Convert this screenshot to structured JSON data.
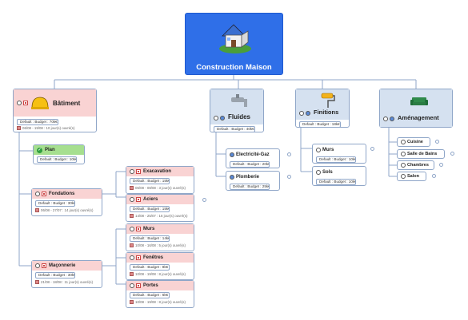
{
  "root": {
    "title": "Construction Maison",
    "icon": "house-icon"
  },
  "batiment": {
    "title": "Bâtiment",
    "budget": "Default : Budget : 70k€",
    "dates": "06/08 - 19/08 : 10 jour(s) ouvré(s)",
    "icon": "hard-hat-icon"
  },
  "plan": {
    "title": "Plan",
    "budget": "Default : Budget : 10k€"
  },
  "fondations": {
    "title": "Fondations",
    "budget": "Default : Budget : 30k€",
    "dates": "06/08 - 27/07 : 14 jour(s) ouvré(s)"
  },
  "excavation": {
    "title": "Exacavation",
    "budget": "Default : Budget : 15k€",
    "dates": "06/08 - 08/08 : 3 jour(s) ouvré(s)"
  },
  "aciers": {
    "title": "Aciers",
    "budget": "Default : Budget : 15k€",
    "dates": "14/08 - 25/07 : 16 jour(s) ouvré(s)"
  },
  "maconnerie": {
    "title": "Maçonnerie",
    "budget": "Default : Budget : 30k€",
    "dates": "21/08 - 18/08 : 11 jour(s) ouvré(s)"
  },
  "murs_b": {
    "title": "Murs",
    "budget": "Default : Budget : 14k€",
    "dates": "10/08 - 16/08 : 5 jour(s) ouvré(s)"
  },
  "fenetres": {
    "title": "Fenêtres",
    "budget": "Default : Budget : 8k€",
    "dates": "10/08 - 19/08 : 8 jour(s) ouvré(s)"
  },
  "portes": {
    "title": "Portes",
    "budget": "Default : Budget : 6k€",
    "dates": "10/08 - 19/08 : 8 jour(s) ouvré(s)"
  },
  "fluides": {
    "title": "Fluides",
    "budget": "Default : Budget : 40k€",
    "icon": "faucet-icon"
  },
  "electricite": {
    "title": "Electricité-Gaz",
    "budget": "Default : Budget : 20k€"
  },
  "plomberie": {
    "title": "Plomberie",
    "budget": "Default : Budget : 25k€"
  },
  "finitions": {
    "title": "Finitions",
    "budget": "Default : Budget : 18k€",
    "icon": "paint-roller-icon"
  },
  "murs_f": {
    "title": "Murs",
    "budget": "Default : Budget : 10k€"
  },
  "sols": {
    "title": "Sols",
    "budget": "Default : Budget : 10k€"
  },
  "amenagement": {
    "title": "Aménagement",
    "icon": "sofa-icon",
    "items": [
      "Cuisine",
      "Salle de Bains",
      "Chambres",
      "Salon"
    ]
  },
  "colors": {
    "root": "#2f6fe8",
    "pink": "#f9d3d3",
    "blue": "#d5e1f0",
    "green": "#a6df8f",
    "line": "#8fa6c8"
  }
}
